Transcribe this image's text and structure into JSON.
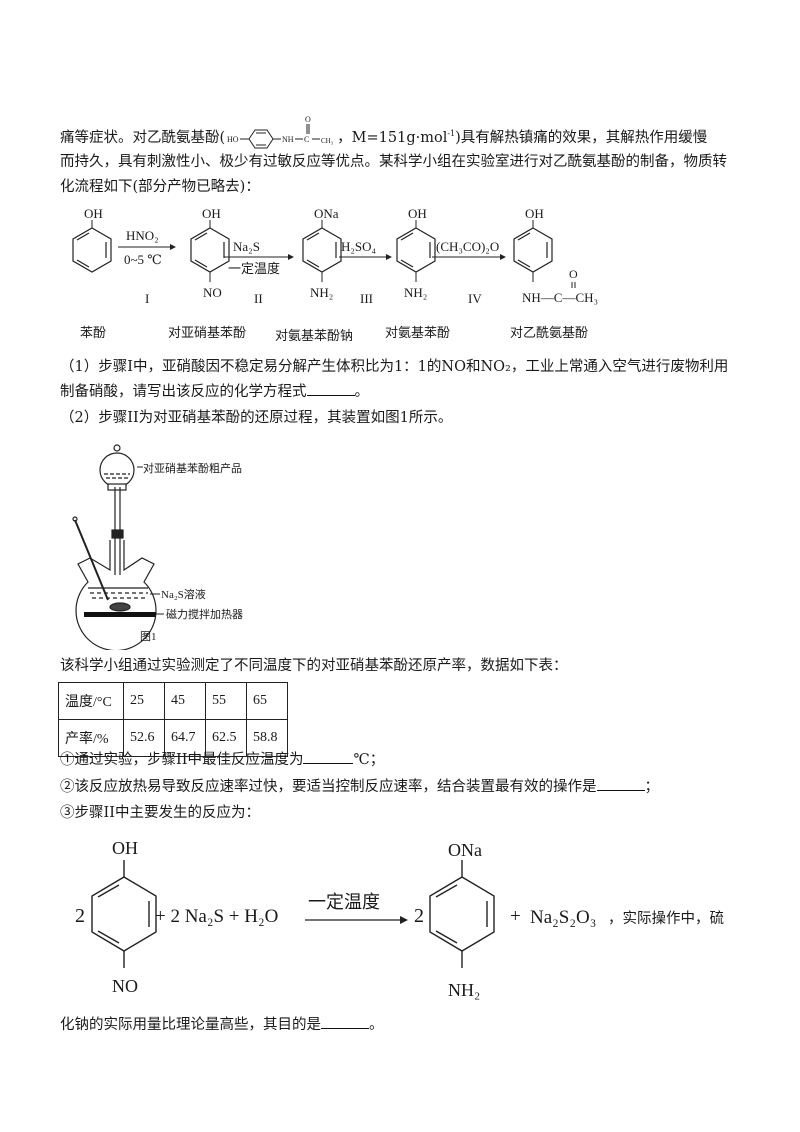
{
  "intro": {
    "line1_before": "痛等症状。对乙酰氨基酚(",
    "line1_struct": {
      "ho": "HO",
      "nh": "NH",
      "c": "C",
      "o": "O",
      "ch3": "CH₃"
    },
    "line1_after": "，M=151g·mol",
    "line1_sup": "-1",
    "line1_end": ")具有解热镇痛的效果，其解热作用缓慢",
    "line2": "而持久，具有刺激性小、极少有过敏反应等优点。某科学小组在实验室进行对乙酰氨基酚的制备，物质转",
    "line3": "化流程如下(部分产物已略去)："
  },
  "scheme": {
    "compounds": [
      {
        "top": "OH",
        "bottom": "",
        "name": "苯酚"
      },
      {
        "top": "OH",
        "bottom": "NO",
        "name": "对亚硝基苯酚"
      },
      {
        "top": "ONa",
        "bottom": "NH₂",
        "name": "对氨基苯酚钠"
      },
      {
        "top": "OH",
        "bottom": "NH₂",
        "name": "对氨基苯酚"
      },
      {
        "top": "OH",
        "bottom": "NH—C—CH₃",
        "bottom_o": "O",
        "name": "对乙酰氨基酚"
      }
    ],
    "steps": [
      {
        "above": "HNO₂",
        "below": "0~5 ℃",
        "numeral": "I"
      },
      {
        "above": "Na₂S",
        "below": "一定温度",
        "numeral": "II"
      },
      {
        "above": "H₂SO₄",
        "below": "",
        "numeral": "III"
      },
      {
        "above": "(CH₃CO)₂O",
        "below": "",
        "numeral": "IV"
      }
    ]
  },
  "q1": {
    "line1": "（1）步骤I中，亚硝酸因不稳定易分解产生体积比为1：1的NO和NO₂，工业上常通入空气进行废物利用",
    "line2": "制备硝酸，请写出该反应的化学方程式",
    "line2_end": "。"
  },
  "q2": {
    "line1": "（2）步骤II为对亚硝基苯酚的还原过程，其装置如图1所示。",
    "figure": {
      "label_funnel": "对亚硝基苯酚粗产品",
      "label_solution": "Na₂S溶液",
      "label_heater": "磁力搅拌加热器",
      "caption": "图1"
    },
    "table_intro": "该科学小组通过实验测定了不同温度下的对亚硝基苯酚还原产率，数据如下表：",
    "table": {
      "rows": [
        {
          "header": "温度/°C",
          "values": [
            "25",
            "45",
            "55",
            "65"
          ]
        },
        {
          "header": "产率/%",
          "values": [
            "52.6",
            "64.7",
            "62.5",
            "58.8"
          ]
        }
      ]
    },
    "sub1": "①通过实验，步骤II中最佳反应温度为",
    "sub1_end": "℃；",
    "sub2": "②该反应放热易导致反应速率过快，要适当控制反应速率，结合装置最有效的操作是",
    "sub2_end": "；",
    "sub3": "③步骤II中主要发生的反应为："
  },
  "equation": {
    "coef1": "2",
    "r1_top": "OH",
    "r1_bottom": "NO",
    "reagents": "+ 2 Na₂S + H₂O",
    "condition": "一定温度",
    "coef2": "2",
    "p1_top": "ONa",
    "p1_bottom": "NH₂",
    "plus": "+",
    "p2": "Na₂S₂O₃",
    "trail": "，实际操作中，硫"
  },
  "last_line": "化钠的实际用量比理论量高些，其目的是",
  "last_line_end": "。"
}
